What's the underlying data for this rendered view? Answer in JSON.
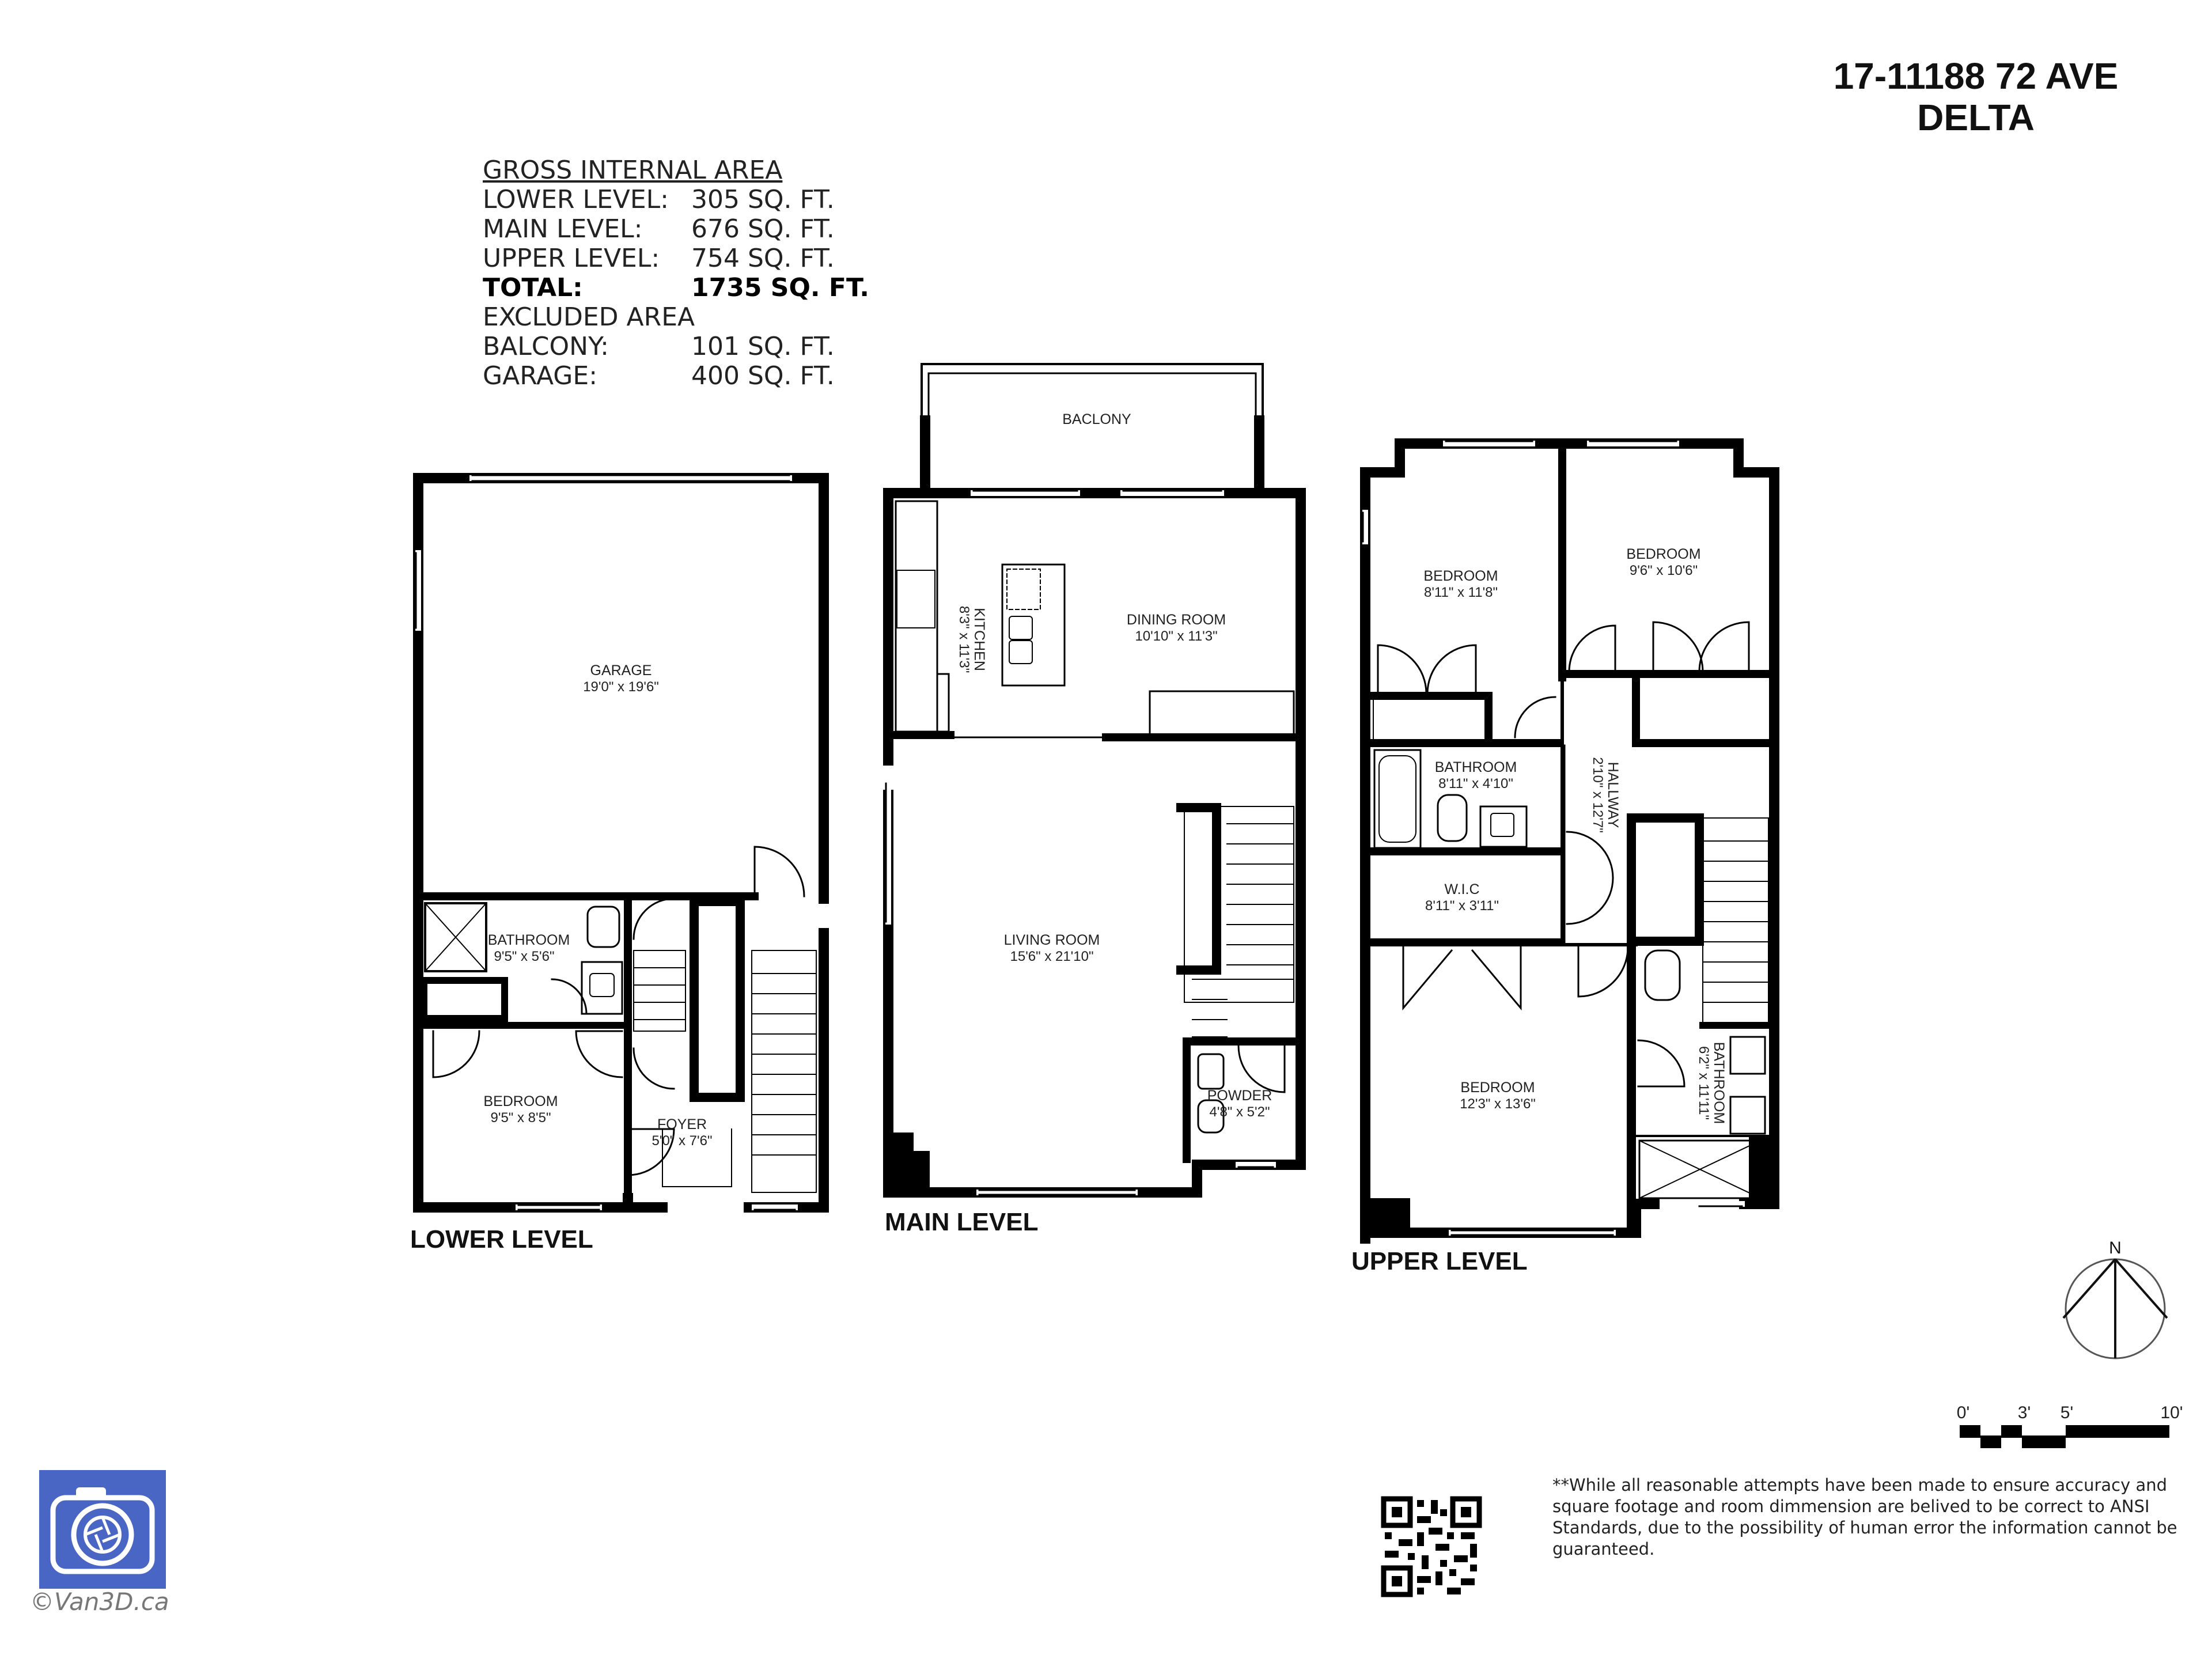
{
  "header": {
    "address_line1": "17-11188 72 AVE",
    "address_line2": "DELTA"
  },
  "areas": {
    "gross_title": "GROSS INTERNAL AREA",
    "rows": [
      {
        "label": "LOWER LEVEL:",
        "value": "305 SQ. FT."
      },
      {
        "label": "MAIN LEVEL:",
        "value": "676 SQ. FT."
      },
      {
        "label": "UPPER LEVEL:",
        "value": "754 SQ. FT."
      }
    ],
    "total": {
      "label": "TOTAL:",
      "value": "1735 SQ. FT."
    },
    "excluded_title": "EXCLUDED AREA",
    "excluded": [
      {
        "label": "BALCONY:",
        "value": "101 SQ. FT."
      },
      {
        "label": "GARAGE:",
        "value": "400 SQ. FT."
      }
    ]
  },
  "levels": {
    "lower": {
      "label": "LOWER LEVEL",
      "rooms": {
        "garage": {
          "name": "GARAGE",
          "dim": "19'0\" x 19'6\""
        },
        "bathroom": {
          "name": "BATHROOM",
          "dim": "9'5\" x 5'6\""
        },
        "bedroom": {
          "name": "BEDROOM",
          "dim": "9'5\" x 8'5\""
        },
        "foyer": {
          "name": "FOYER",
          "dim": "5'0\" x 7'6\""
        }
      }
    },
    "main": {
      "label": "MAIN LEVEL",
      "rooms": {
        "balcony": {
          "name": "BACLONY"
        },
        "kitchen": {
          "name": "KITCHEN",
          "dim": "8'3\" x 11'3\""
        },
        "dining": {
          "name": "DINING ROOM",
          "dim": "10'10\" x 11'3\""
        },
        "living": {
          "name": "LIVING ROOM",
          "dim": "15'6\" x 21'10\""
        },
        "powder": {
          "name": "POWDER",
          "dim": "4'8\" x 5'2\""
        }
      }
    },
    "upper": {
      "label": "UPPER LEVEL",
      "rooms": {
        "bedroom_a": {
          "name": "BEDROOM",
          "dim": "8'11\" x 11'8\""
        },
        "bedroom_b": {
          "name": "BEDROOM",
          "dim": "9'6\" x 10'6\""
        },
        "bathroom_a": {
          "name": "BATHROOM",
          "dim": "8'11\" x 4'10\""
        },
        "hallway": {
          "name": "HALLWAY",
          "dim": "2'10\" x 12'7\""
        },
        "wic": {
          "name": "W.I.C",
          "dim": "8'11\" x 3'11\""
        },
        "bedroom_main": {
          "name": "BEDROOM",
          "dim": "12'3\" x 13'6\""
        },
        "bathroom_b": {
          "name": "BATHROOM",
          "dim": "6'2\" x 11'11\""
        }
      }
    }
  },
  "compass": {
    "north": "N"
  },
  "scale": {
    "ticks": [
      "0'",
      "3'",
      "5'",
      "10'"
    ]
  },
  "disclaimer": "**While all reasonable attempts have been made to ensure accuracy and square footage and room dimmension are belived to be correct to ANSI Standards, due to the possibility of human error the information cannot be guaranteed.",
  "copyright": "©Van3D.ca",
  "colors": {
    "wall": "#000000",
    "logo_bg": "#4a66c4",
    "thin_line": "#777777"
  }
}
